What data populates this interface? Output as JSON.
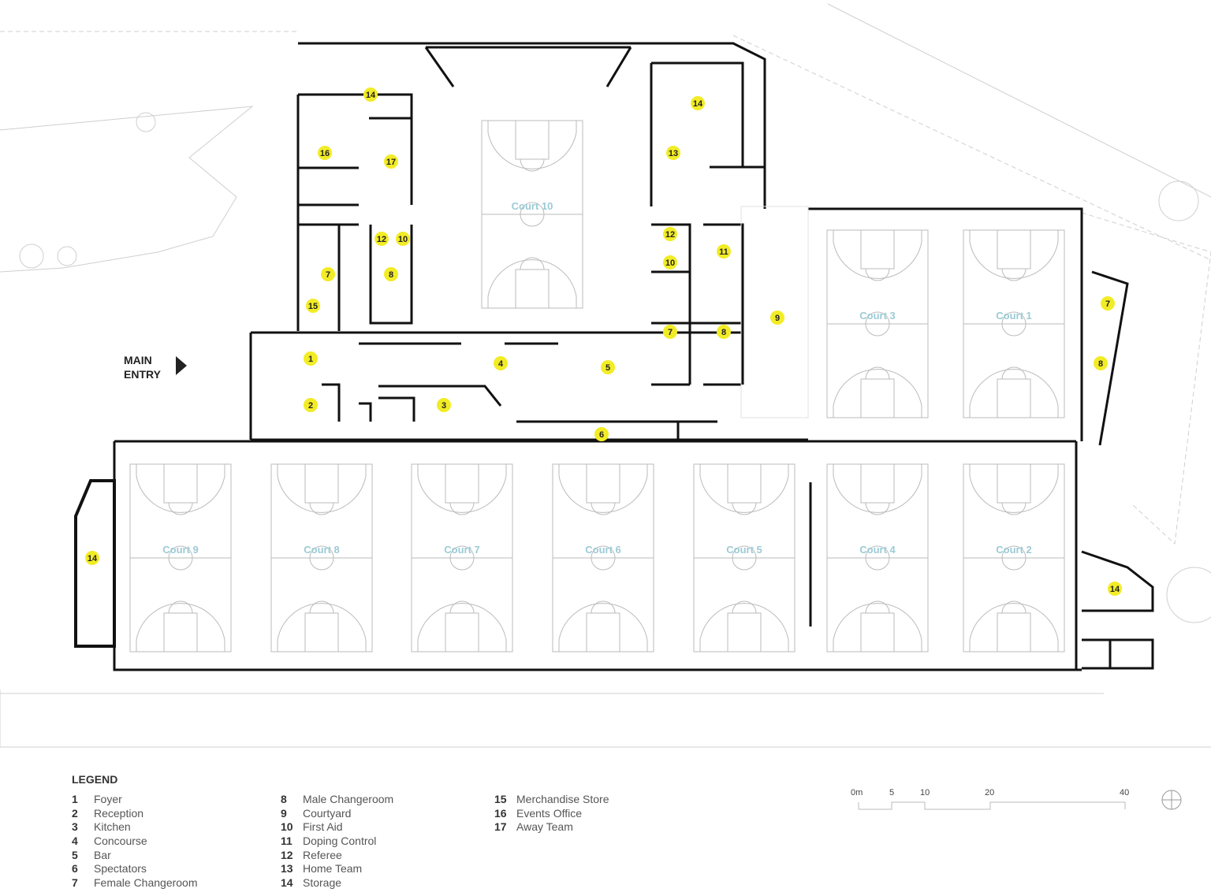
{
  "plan": {
    "main_entry": [
      "MAIN",
      "ENTRY"
    ],
    "courts": [
      "Court 10",
      "Court 3",
      "Court 1",
      "Court 9",
      "Court 8",
      "Court 7",
      "Court 6",
      "Court 5",
      "Court 4",
      "Court 2"
    ],
    "markers": [
      "14",
      "14",
      "16",
      "17",
      "13",
      "12",
      "10",
      "12",
      "11",
      "10",
      "7",
      "8",
      "15",
      "9",
      "7",
      "8",
      "7",
      "8",
      "1",
      "4",
      "5",
      "2",
      "3",
      "6",
      "14",
      "14"
    ],
    "colors": {
      "marker": "#f2ec26",
      "court_label": "#9ccbd6",
      "walls": "#111111",
      "lines": "#bbbbbb"
    }
  },
  "legend": {
    "title": "LEGEND",
    "items": [
      {
        "num": "1",
        "label": "Foyer"
      },
      {
        "num": "2",
        "label": "Reception"
      },
      {
        "num": "3",
        "label": "Kitchen"
      },
      {
        "num": "4",
        "label": "Concourse"
      },
      {
        "num": "5",
        "label": "Bar"
      },
      {
        "num": "6",
        "label": "Spectators"
      },
      {
        "num": "7",
        "label": "Female Changeroom"
      },
      {
        "num": "8",
        "label": "Male Changeroom"
      },
      {
        "num": "9",
        "label": "Courtyard"
      },
      {
        "num": "10",
        "label": "First Aid"
      },
      {
        "num": "11",
        "label": "Doping Control"
      },
      {
        "num": "12",
        "label": "Referee"
      },
      {
        "num": "13",
        "label": "Home Team"
      },
      {
        "num": "14",
        "label": "Storage"
      },
      {
        "num": "15",
        "label": "Merchandise Store"
      },
      {
        "num": "16",
        "label": "Events Office"
      },
      {
        "num": "17",
        "label": "Away Team"
      }
    ]
  },
  "scale": {
    "labels": [
      "0m",
      "5",
      "10",
      "20",
      "40"
    ]
  },
  "north_icon": "north-arrow-icon"
}
